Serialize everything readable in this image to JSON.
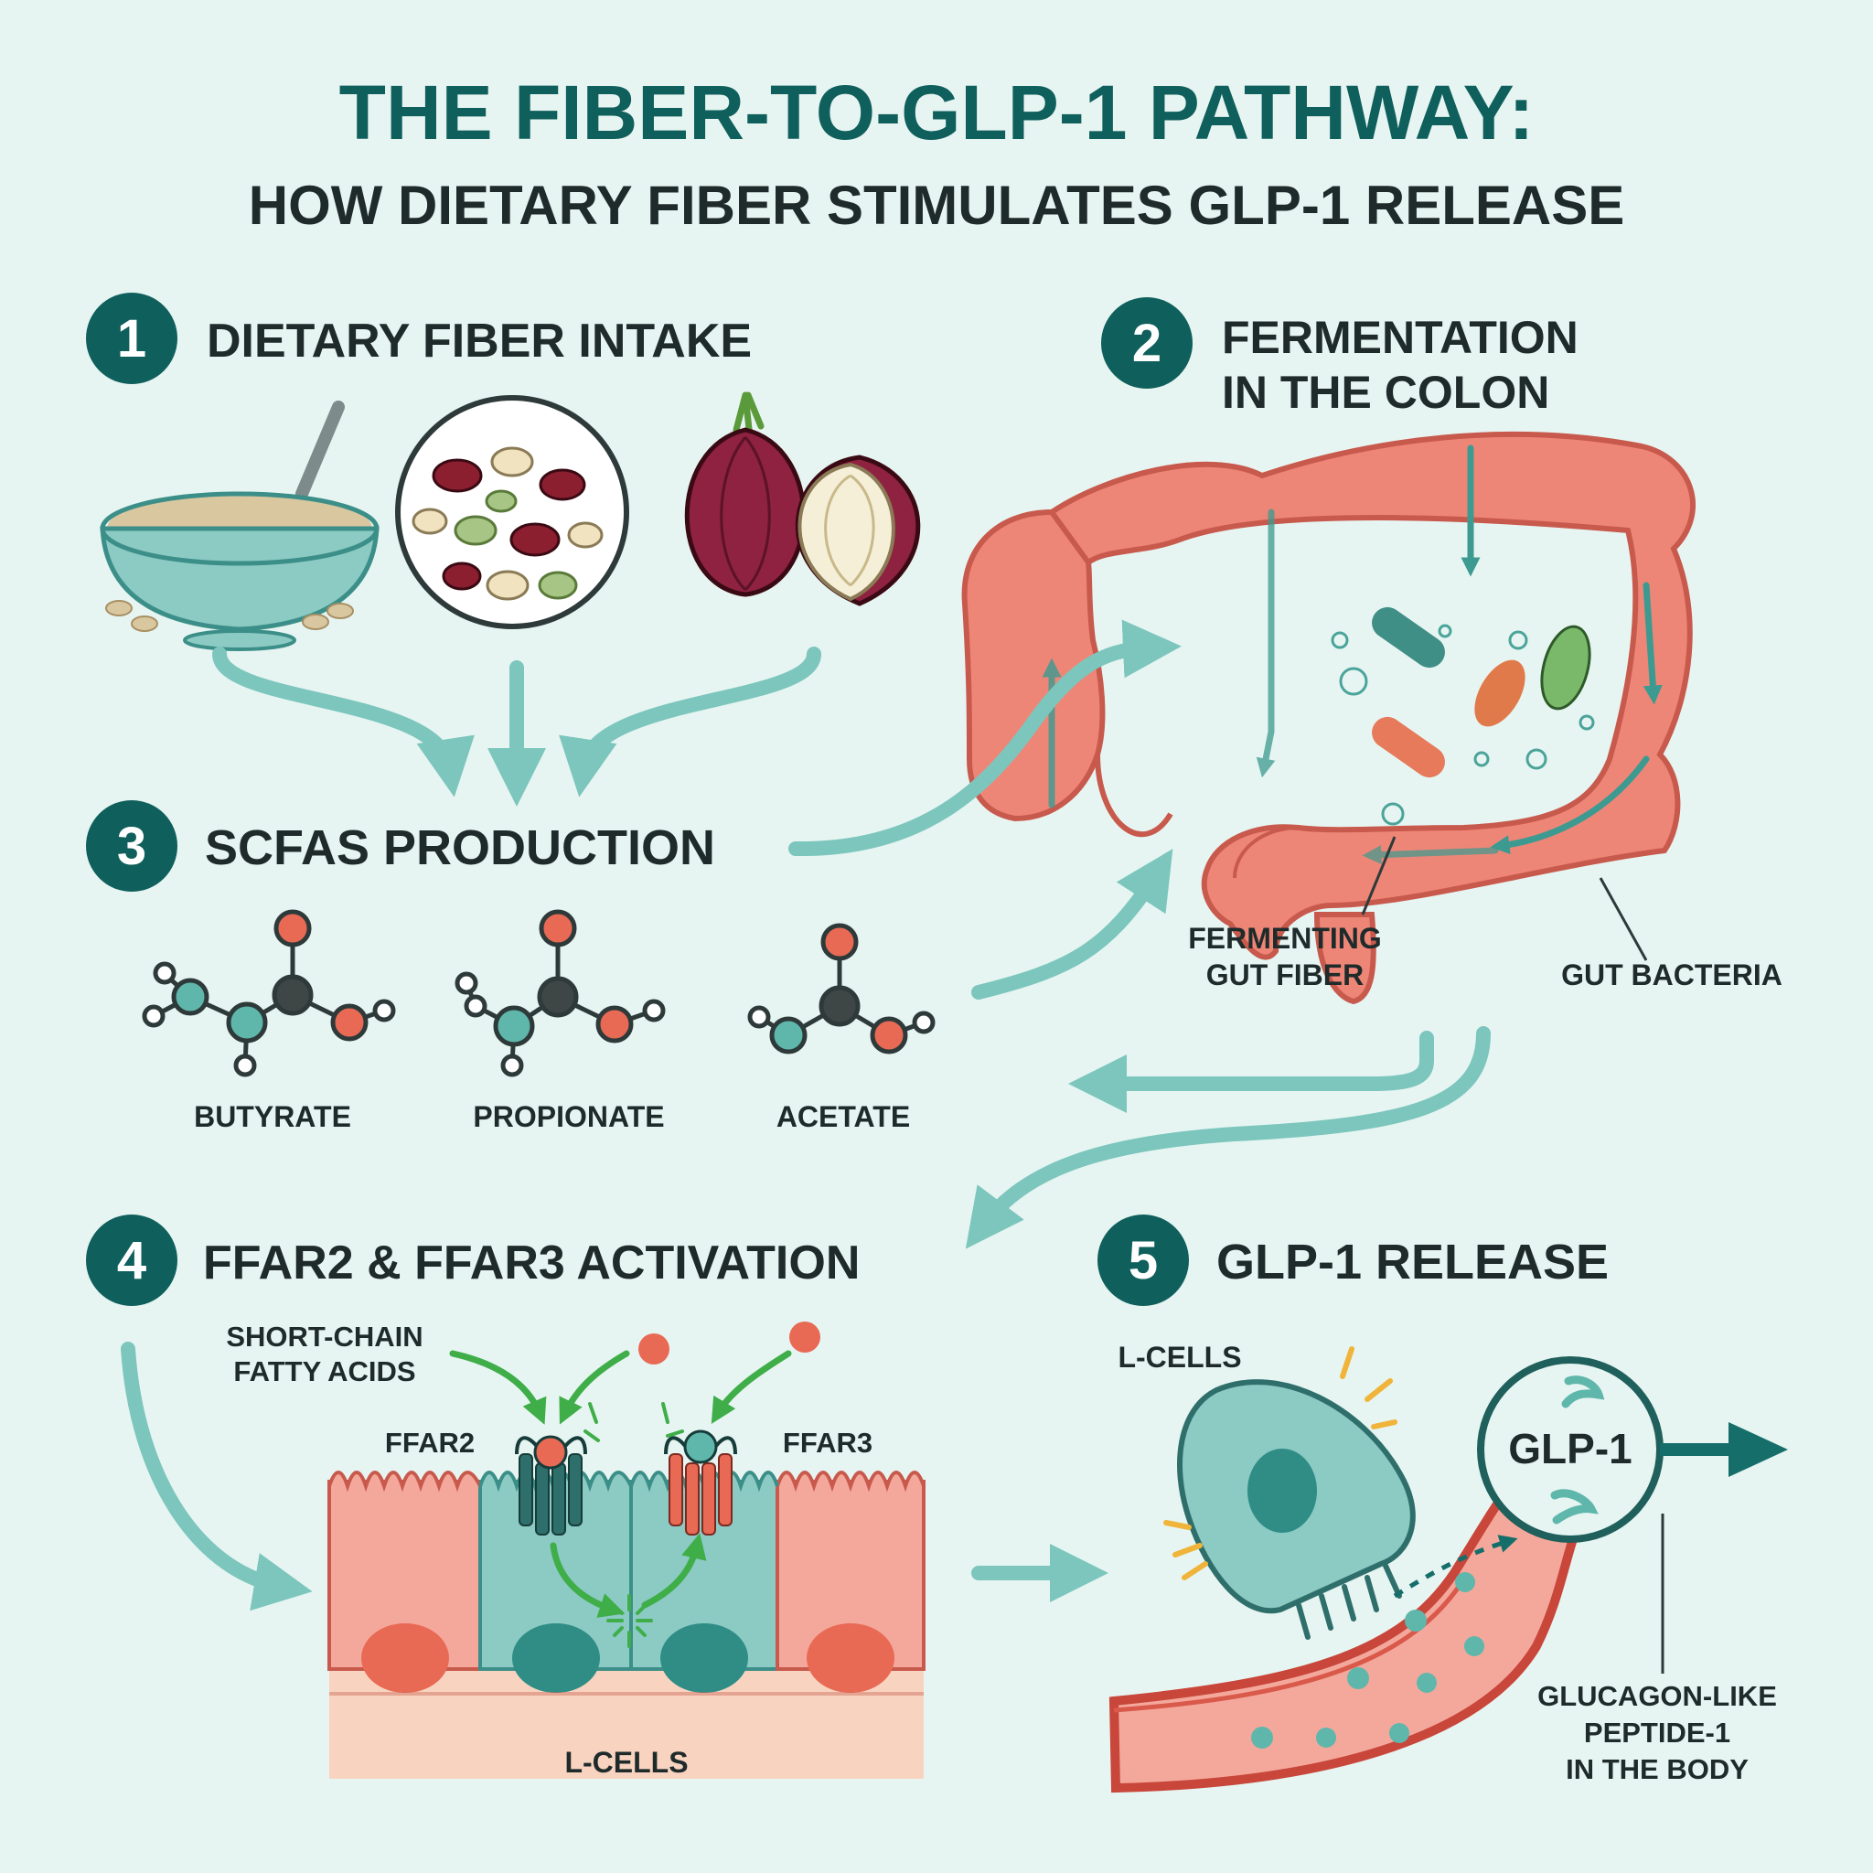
{
  "title": {
    "line1": "THE FIBER-TO-GLP-1 PATHWAY:",
    "line2": "HOW DIETARY FIBER STIMULATES GLP-1 RELEASE"
  },
  "steps": [
    {
      "number": "1",
      "title": "DIETARY FIBER INTAKE"
    },
    {
      "number": "2",
      "title_line1": "FERMENTATION",
      "title_line2": "IN THE COLON"
    },
    {
      "number": "3",
      "title": "SCFAS PRODUCTION"
    },
    {
      "number": "4",
      "title": "FFAR2 & FFAR3 ACTIVATION"
    },
    {
      "number": "5",
      "title": "GLP-1 RELEASE"
    }
  ],
  "labels": {
    "fermenting_fiber_1": "FERMENTING",
    "fermenting_fiber_2": "GUT FIBER",
    "gut_bacteria": "GUT BACTERIA",
    "butyrate": "BUTYRATE",
    "propionate": "PROPIONATE",
    "acetate": "ACETATE",
    "scfa_1": "SHORT-CHAIN",
    "scfa_2": "FATTY ACIDS",
    "ffar2": "FFAR2",
    "ffar3": "FFAR3",
    "lcells_bottom": "L-CELLS",
    "lcells_top": "L-CELLS",
    "glp1_badge": "GLP-1",
    "glp1_desc_1": "GLUCAGON-LIKE",
    "glp1_desc_2": "PEPTIDE-1",
    "glp1_desc_3": "IN THE BODY"
  },
  "colors": {
    "background": "#e7f5f2",
    "teal_dark": "#0f5f5c",
    "teal_arrow": "#7cc6bd",
    "colon": "#ee8677",
    "red_onion": "#8e2240",
    "green_arrow": "#3fae49"
  }
}
